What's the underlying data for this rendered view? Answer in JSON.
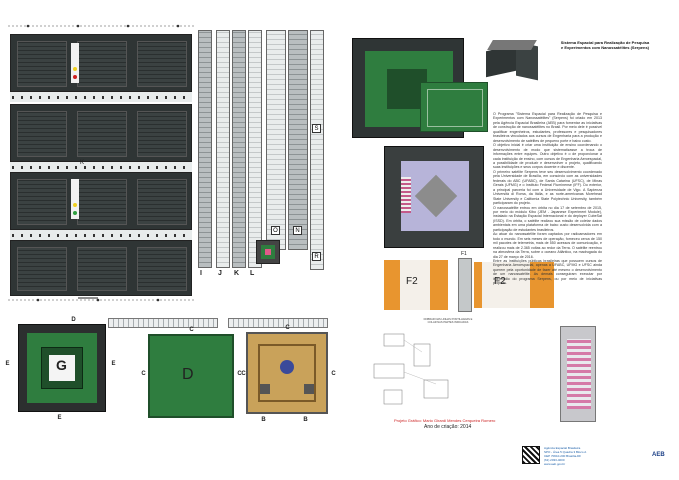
{
  "left_sheet": {
    "panel_letters": [
      "K"
    ],
    "rail_letters": [
      "I",
      "J",
      "K",
      "L"
    ],
    "rail_tags": [
      "O",
      "N",
      "R",
      "S"
    ],
    "board_labels": [
      "G",
      "D"
    ],
    "tabs": [
      "D",
      "E",
      "E",
      "E",
      "C",
      "C",
      "C",
      "C",
      "C",
      "C",
      "B",
      "B"
    ],
    "credit": "Projeto Gráfico: Mario Girardi Mendes Cerqueira Romero",
    "year": "Ano de criação: 2014"
  },
  "right_sheet": {
    "title": "Sistema Espacial para Realização de Pesquisa e Experimentos com Nanossatélites (Serpens)",
    "board_labels": [
      "H",
      "F2",
      "F2",
      "F1"
    ],
    "diagram_note": "DOBRAR NAS LINHAS PONTILHADAS E COLAR NAS PARTES INDICADAS",
    "paragraphs": [
      "O Programa \"Sistema Espacial para Realização de Pesquisa e Experimentos com Nanossatélites\" (Serpens) foi criado em 2013 pela Agência Espacial Brasileira (AEB) para fomentar as iniciativas de construção de nanossatélites no Brasil. Por meio dele é possível qualificar engenheiros, estudantes, professores e pesquisadores brasileiros vinculados aos cursos de Engenharia para a produção e desenvolvimento de satélites de pequeno porte e baixo custo.",
      "O objetivo inicial é criar uma instituição de ensino coordenando o desenvolvimento de modo que sistematizasse a troca de informações entre equipes. Outro objetivo é o de proporcionar a cada instituição de ensino, com cursos de Engenharia Aeroespacial, a possibilidade de produzir e desenvolver o projeto, qualificando suas instituições e seus corpos docente e discente.",
      "O primeiro satélite Serpens teve seu desenvolvimento coordenado pela Universidade de Brasília, em consórcio com as universidades federais do ABC (UFABC), de Santa Catarina (UFSC), de Minas Gerais (UFMG) e o Instituto Federal Fluminense (IFF). Do exterior, a principal parceria foi com a Universidade de Vigo. A Sapienza Università di Roma, da Itália, e as norte-americanas Morehead State University e California State Polytechnic University, também participaram do projeto.",
      "O nanossatélite entrou em órbita no dia 17 de setembro de 2015, por meio do módulo Kibo (JEM - Japanese Experiment Module), instalado na Estação Espacial Internacional e do deployer CubeSat (ISSD). Em órbita, o satélite realizou sua missão de coletar dados ambientais em uma plataforma de baixo custo desenvolvida com a participação de estudantes brasileiros.",
      "Ao atuar do nanossatélite foram captados por radioamadores em todo o mundo. Em seis meses de operação, forneceu cerca de 150 mil pacotes de telemetria, mais de 550 acessos de comunicação, e realizou mais de 2.365 voltas ao redor da Terra. O satélite reentrou na atmosfera da Terra, sobre o oceano Atlântico, na madrugada do dia 27 de março de 2016.",
      "Entre as instituições públicas brasileiras que possuem cursos de Engenharia Aeroespacial, apenas a UFABC, UFMG e UFSC ainda querem pela oportunidade de fazer até mesmo o desenvolvimento de um nanossatélite. As demais conseguiram executar por intermédio do programa Serpens, ou por meio de iniciativas próprias."
    ],
    "footer": [
      "Agência Espacial Brasileira",
      "SPO - Área 5 Quadra 3 Bloco A",
      "CEP 70610-200 Brasília-DF",
      "(61) 2033-4000",
      "www.aeb.gov.br"
    ],
    "logo": "AEB"
  },
  "colors": {
    "pcb_green": "#2f7d3f",
    "pcb_dark": "#1f4f2a",
    "solar_dark": "#2f3535",
    "orange": "#e8952f",
    "tan": "#c9a25a",
    "lavender": "#b7b4d9"
  }
}
